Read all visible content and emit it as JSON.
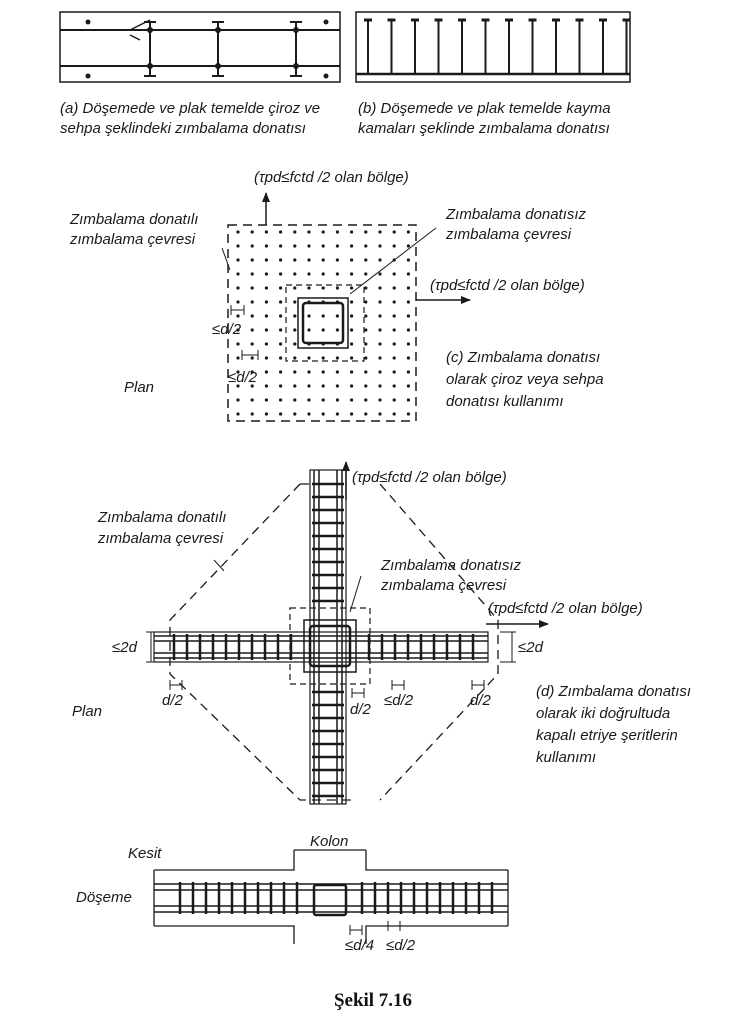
{
  "panel_a": {
    "line1": "(a) Döşemede ve plak temelde çiroz ve",
    "line2": "sehpa şeklindeki zımbalama donatısı"
  },
  "panel_b": {
    "line1": "(b) Döşemede ve plak temelde kayma",
    "line2": "kamaları şeklinde zımbalama donatısı"
  },
  "panel_c": {
    "zone_top": "(τpd≤fctd /2 olan bölge)",
    "zone_right": "(τpd≤fctd /2 olan bölge)",
    "with_reinf_1": "Zımbalama donatılı",
    "with_reinf_2": "zımbalama çevresi",
    "without_reinf_1": "Zımbalama donatısız",
    "without_reinf_2": "zımbalama çevresi",
    "spacing_1": "≤d/2",
    "spacing_2": "≤d/2",
    "plan": "Plan",
    "desc_1": "(c) Zımbalama donatısı",
    "desc_2": "olarak çiroz veya sehpa",
    "desc_3": "donatısı kullanımı"
  },
  "panel_d": {
    "zone_top": "(τpd≤fctd /2 olan bölge)",
    "zone_right": "(τpd≤fctd /2 olan bölge)",
    "with_reinf_1": "Zımbalama donatılı",
    "with_reinf_2": "zımbalama çevresi",
    "without_reinf_1": "Zımbalama donatısız",
    "without_reinf_2": "zımbalama çevresi",
    "width_left": "≤2d",
    "width_right": "≤2d",
    "dim_left": "d/2",
    "dim_center_1": "d/2",
    "dim_center_2": "≤d/2",
    "dim_right": "d/2",
    "plan": "Plan",
    "desc_1": "(d) Zımbalama donatısı",
    "desc_2": "olarak iki doğrultuda",
    "desc_3": "kapalı etriye şeritlerin",
    "desc_4": "kullanımı"
  },
  "section": {
    "kesit": "Kesit",
    "kolon": "Kolon",
    "doseme": "Döşeme",
    "dim_1": "≤d/4",
    "dim_2": "≤d/2"
  },
  "figure_caption": "Şekil 7.16"
}
